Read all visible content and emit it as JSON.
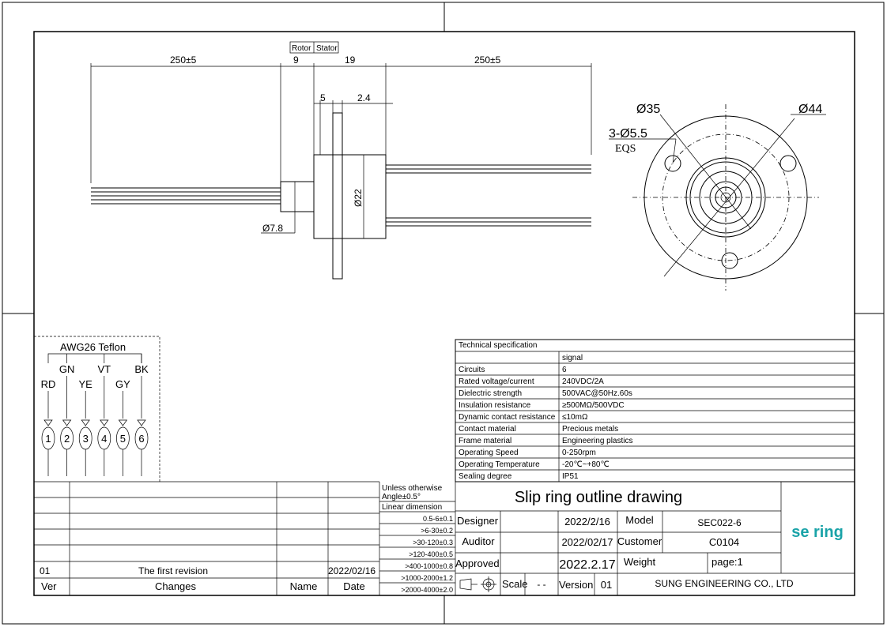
{
  "dimensions": {
    "rotor": "Rotor",
    "stator": "Stator",
    "left_len": "250±5",
    "rotor_len": "9",
    "stator_len": "19",
    "right_len": "250±5",
    "d5": "5",
    "d24": "2.4",
    "dia22": "Ø22",
    "dia78": "Ø7.8",
    "dia35": "Ø35",
    "dia44": "Ø44",
    "holes": "3-Ø5.5",
    "eqs": "EQS"
  },
  "wiring": {
    "title": "AWG26 Teflon",
    "wires": [
      {
        "color": "RD",
        "num": "1"
      },
      {
        "color": "GN",
        "num": "2"
      },
      {
        "color": "YE",
        "num": "3"
      },
      {
        "color": "VT",
        "num": "4"
      },
      {
        "color": "GY",
        "num": "5"
      },
      {
        "color": "BK",
        "num": "6"
      }
    ]
  },
  "spec": {
    "title": "Technical specification",
    "rows": [
      [
        "",
        "signal"
      ],
      [
        "Circuits",
        "6"
      ],
      [
        "Rated voltage/current",
        "240VDC/2A"
      ],
      [
        "Dielectric strength",
        "500VAC@50Hz.60s"
      ],
      [
        "Insulation resistance",
        "≥500MΩ/500VDC"
      ],
      [
        "Dynamic contact resistance",
        "≤10mΩ"
      ],
      [
        "Contact material",
        "Precious metals"
      ],
      [
        "Frame material",
        "Engineering plastics"
      ],
      [
        "Operating Speed",
        "0-250rpm"
      ],
      [
        "Operating Temperature",
        "-20℃~+80℃"
      ],
      [
        "Sealing degree",
        "IP51"
      ]
    ]
  },
  "revision": {
    "row": {
      "ver": "01",
      "changes": "The first revision",
      "name": "",
      "date": "2022/02/16"
    },
    "header": {
      "ver": "Ver",
      "changes": "Changes",
      "name": "Name",
      "date": "Date"
    }
  },
  "tolerance": {
    "line1": "Unless otherwise",
    "line2": "Angle±0.5°",
    "line3": "Linear dimension",
    "items": [
      "0.5-6±0.1",
      ">6-30±0.2",
      ">30-120±0.3",
      ">120-400±0.5",
      ">400-1000±0.8",
      ">1000-2000±1.2",
      ">2000-4000±2.0"
    ]
  },
  "title_block": {
    "title": "Slip ring outline drawing",
    "designer": "Designer",
    "designer_date": "2022/2/16",
    "auditor": "Auditor",
    "auditor_date": "2022/02/17",
    "approved": "Approved",
    "approved_date": "2022.2.17",
    "model_label": "Model",
    "model": "SEC022-6",
    "customer_label": "Customer",
    "customer": "C0104",
    "weight_label": "Weight",
    "page": "page:1",
    "scale_label": "Scale",
    "scale": "- -",
    "version_label": "Version",
    "version": "01",
    "company": "SUNG ENGINEERING CO., LTD",
    "logo": "se ring",
    "logo_color": "#1aa3a8"
  }
}
